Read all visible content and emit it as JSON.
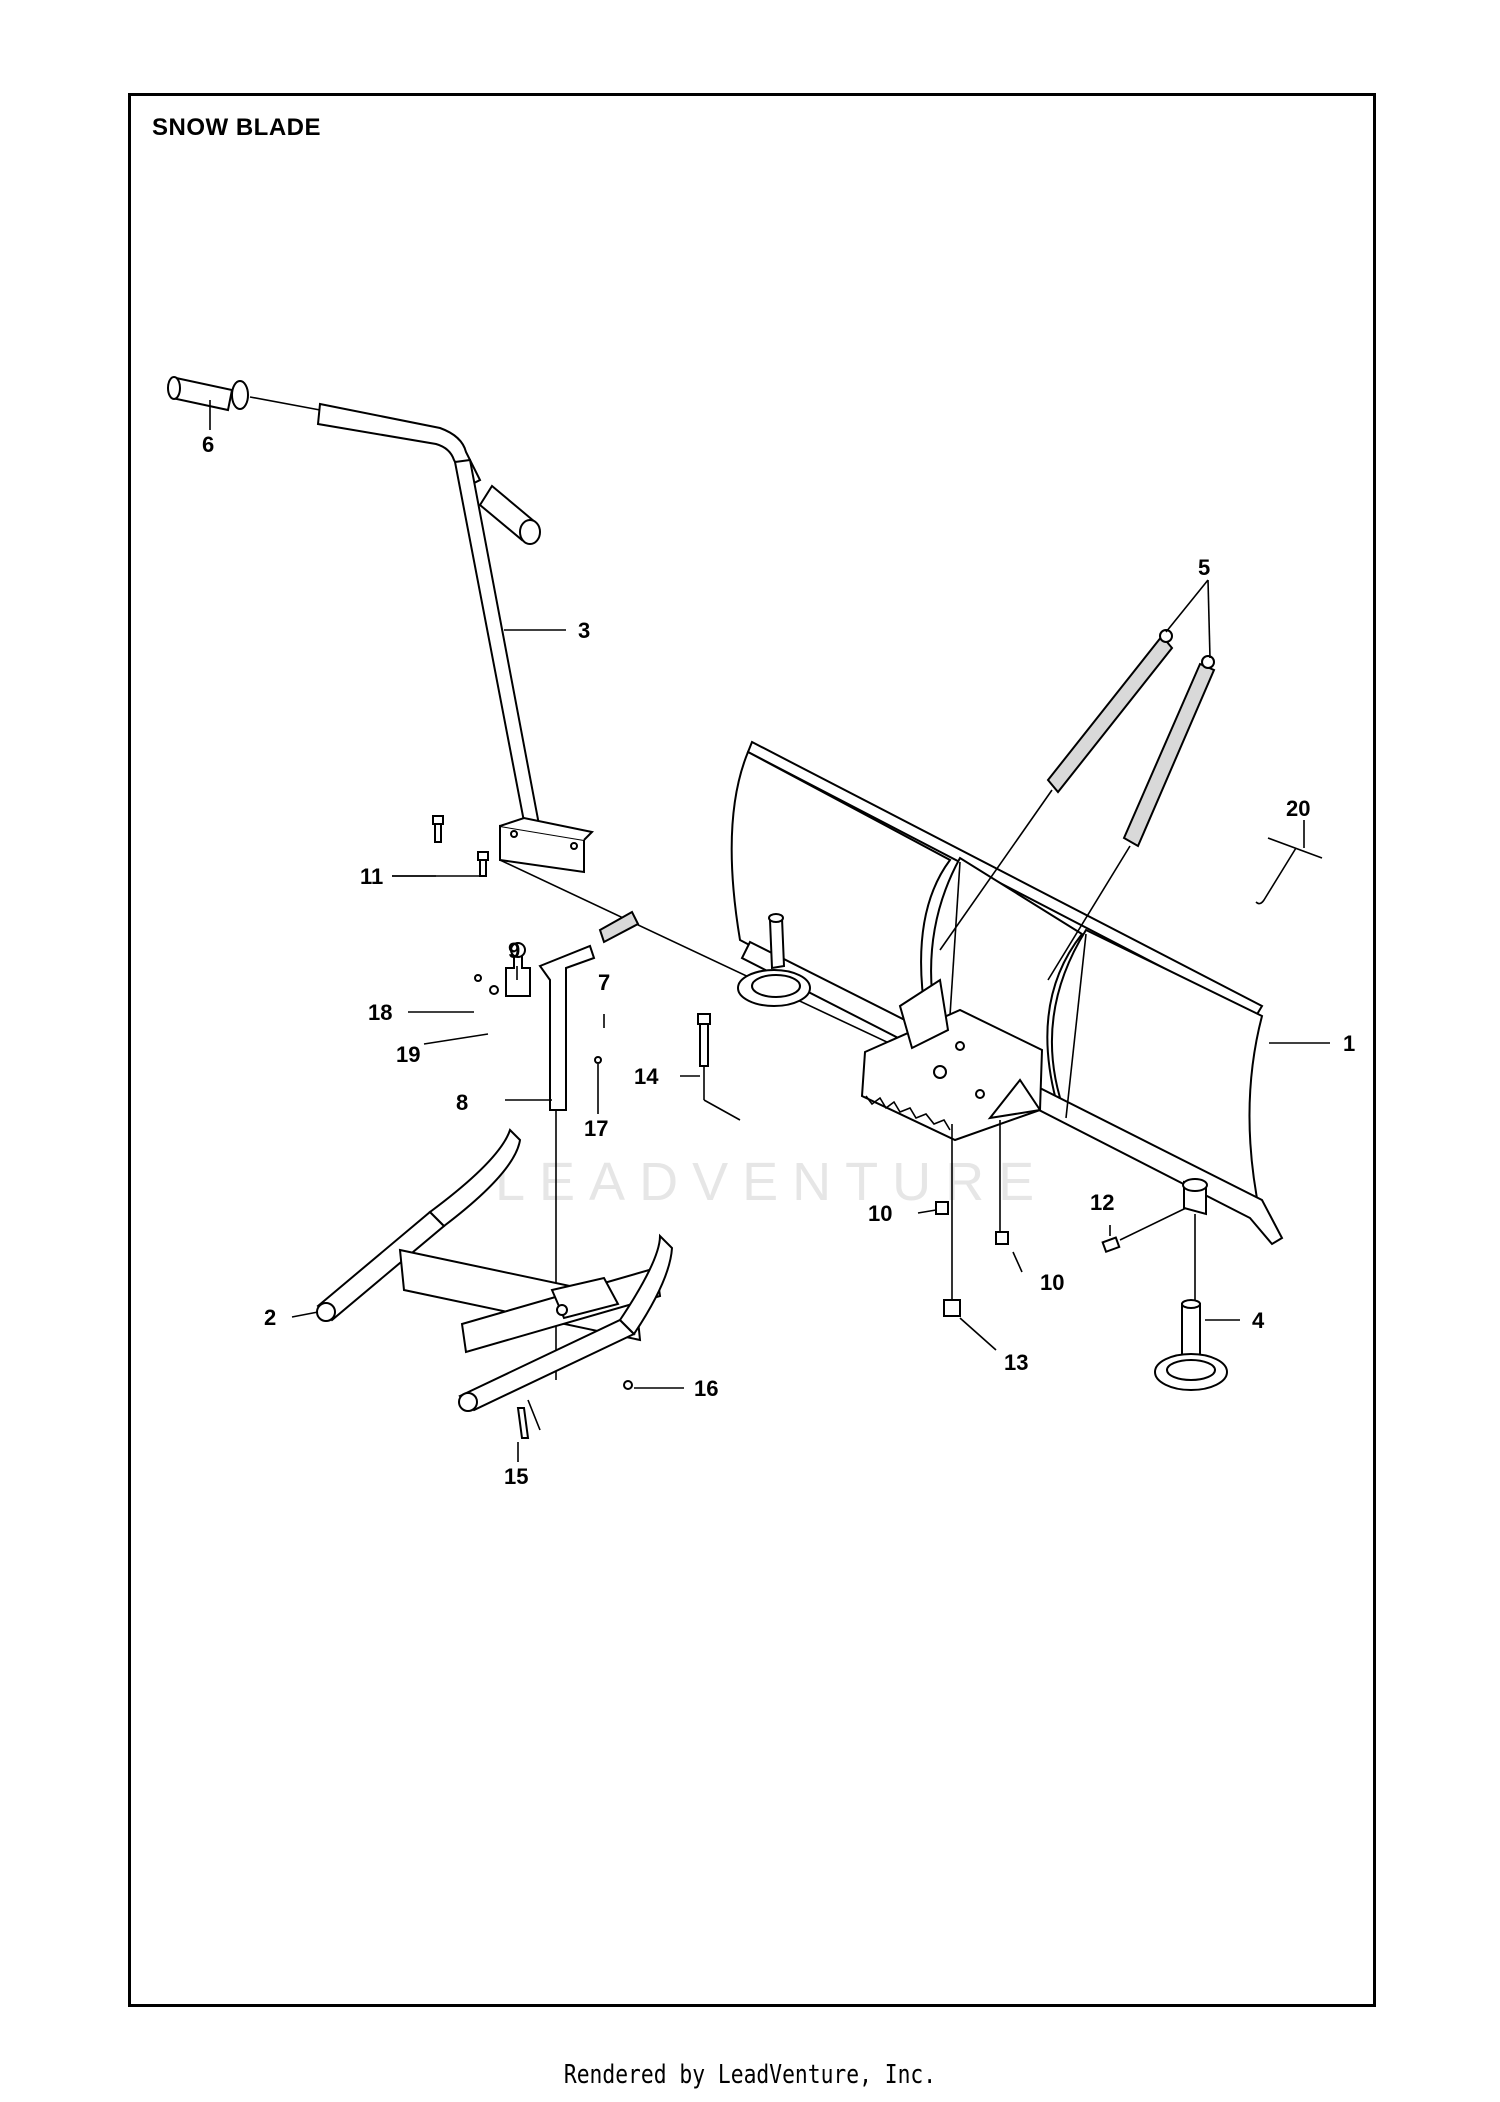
{
  "title": "SNOW BLADE",
  "footer": "Rendered by LeadVenture, Inc.",
  "watermark": "LEADVENTURE",
  "callouts": [
    "1",
    "2",
    "3",
    "4",
    "5",
    "6",
    "7",
    "8",
    "9",
    "10",
    "10",
    "11",
    "12",
    "13",
    "14",
    "15",
    "16",
    "17",
    "18",
    "19",
    "20"
  ]
}
